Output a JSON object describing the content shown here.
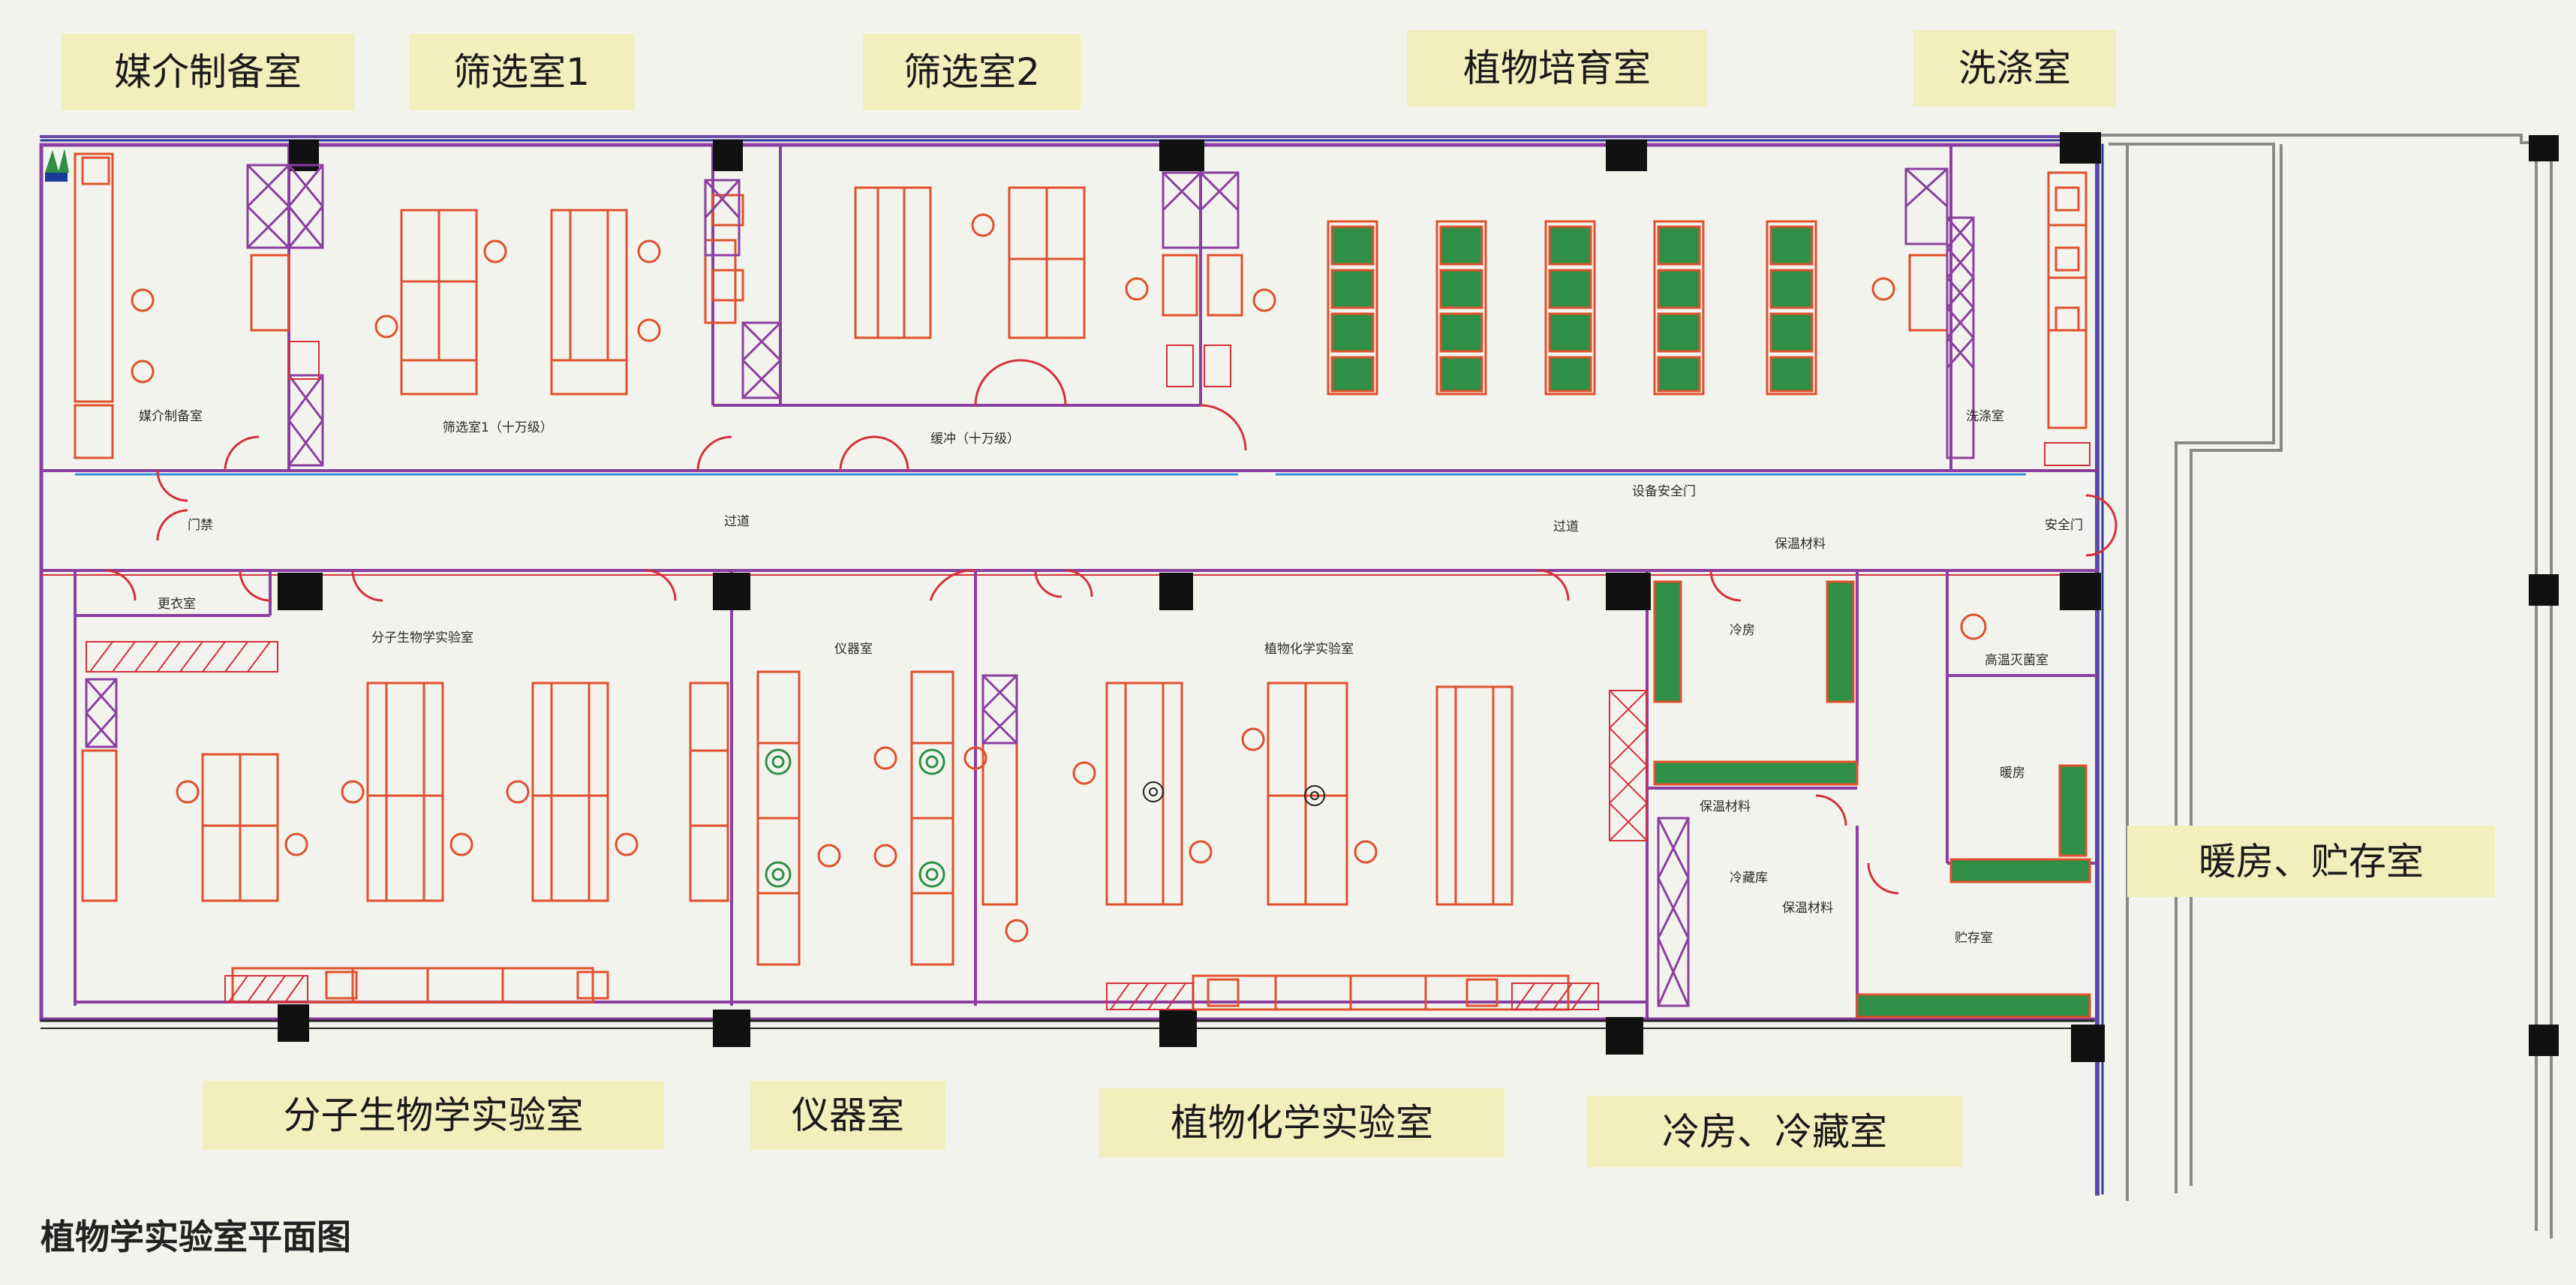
{
  "title": "植物学实验室平面图",
  "sticker_labels": {
    "media_prep": "媒介制备室",
    "screening1": "筛选室1",
    "screening2": "筛选室2",
    "plant_culture": "植物培育室",
    "washing": "洗涤室",
    "warm_storage": "暖房、贮存室",
    "molecular_bio": "分子生物学实验室",
    "instrument": "仪器室",
    "phytochem": "植物化学实验室",
    "cold_rooms": "冷房、冷藏室"
  },
  "plan_labels": {
    "media_prep": "媒介制备室",
    "screening1": "筛选室1（十万级）",
    "buffer": "缓冲（十万级）",
    "washing": "洗涤室",
    "equip_safety_door": "设备安全门",
    "door_lock": "门禁",
    "corridor_left": "过道",
    "corridor_right": "过道",
    "safety_door": "安全门",
    "changing": "更衣室",
    "molecular_bio": "分子生物学实验室",
    "instrument": "仪器室",
    "phytochem": "植物化学实验室",
    "insulation_1": "保温材料",
    "cold_room": "冷房",
    "insulation_2": "保温材料",
    "cold_storage": "冷藏库",
    "insulation_3": "保温材料",
    "autoclave": "高温灭菌室",
    "warm_room": "暖房",
    "storage": "贮存室"
  },
  "colors": {
    "background": "#f3f3ee",
    "sticker": "#f2efbc",
    "wall": "#8b3fa0",
    "wall_red": "#d4313a",
    "furniture": "#e0502c",
    "shelf_green": "#2f8f46",
    "column": "#111111",
    "corridor_blue": "#3d8fd6",
    "outline": "#8a8a8a"
  }
}
